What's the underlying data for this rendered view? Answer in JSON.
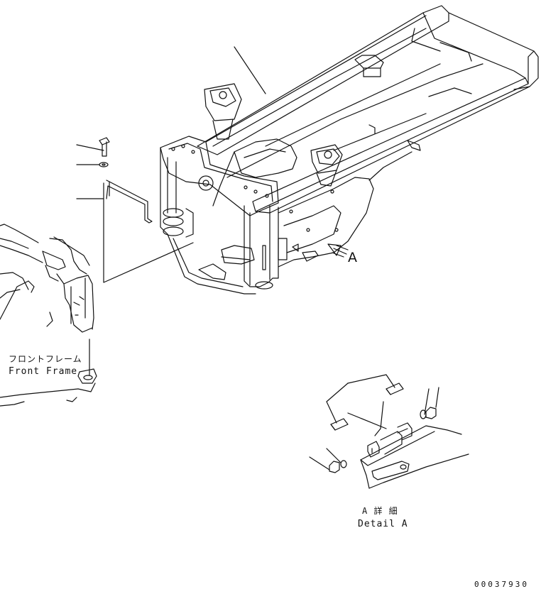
{
  "labels": {
    "callout_a": "A",
    "front_frame_jp": "フロントフレーム",
    "front_frame_en": "Front Frame",
    "detail_a_jp": "A 詳 細",
    "detail_a_en": "Detail A",
    "drawing_number": "00037930"
  },
  "colors": {
    "line": "#111111",
    "background": "#ffffff"
  }
}
